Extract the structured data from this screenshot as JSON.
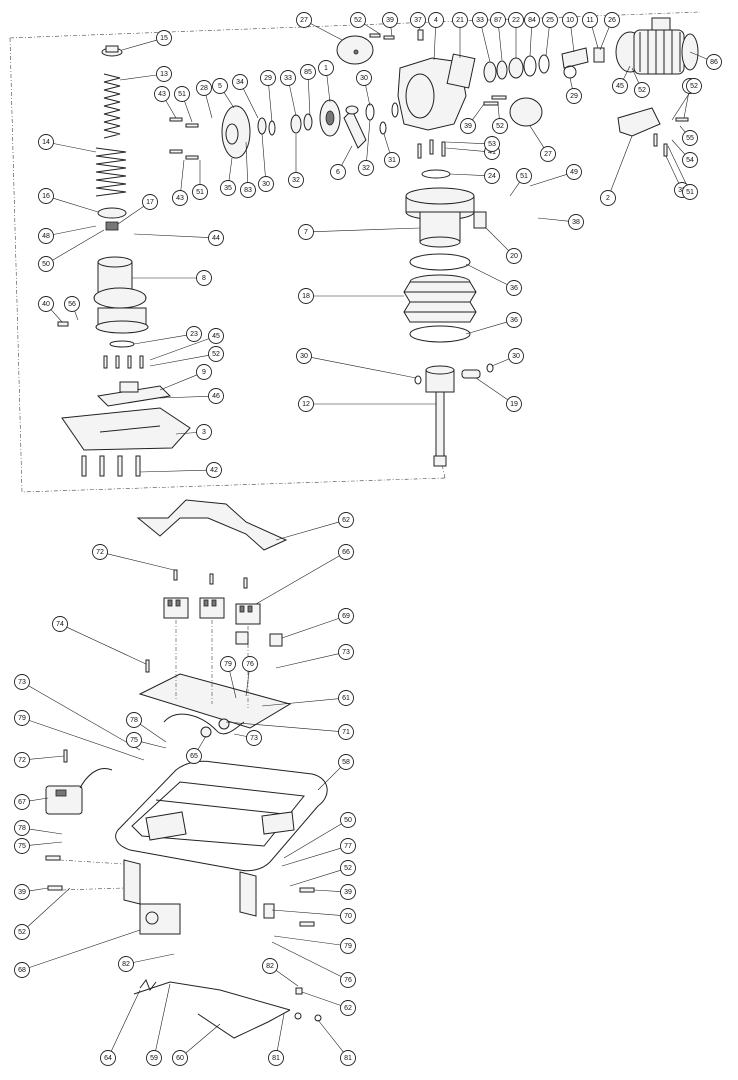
{
  "diagram": {
    "type": "exploded-parts-view",
    "callouts": [
      {
        "id": "c-1",
        "label": "1"
      },
      {
        "id": "c-2",
        "label": "2"
      },
      {
        "id": "c-3",
        "label": "3"
      },
      {
        "id": "c-4",
        "label": "4"
      },
      {
        "id": "c-5",
        "label": "5"
      },
      {
        "id": "c-6",
        "label": "6"
      },
      {
        "id": "c-7",
        "label": "7"
      },
      {
        "id": "c-8",
        "label": "8"
      },
      {
        "id": "c-9",
        "label": "9"
      },
      {
        "id": "c-10",
        "label": "10"
      },
      {
        "id": "c-11",
        "label": "11"
      },
      {
        "id": "c-12",
        "label": "12"
      },
      {
        "id": "c-13",
        "label": "13"
      },
      {
        "id": "c-14",
        "label": "14"
      },
      {
        "id": "c-15",
        "label": "15"
      },
      {
        "id": "c-16",
        "label": "16"
      },
      {
        "id": "c-17",
        "label": "17"
      },
      {
        "id": "c-18",
        "label": "18"
      },
      {
        "id": "c-19",
        "label": "19"
      },
      {
        "id": "c-20",
        "label": "20"
      },
      {
        "id": "c-21",
        "label": "21"
      },
      {
        "id": "c-22",
        "label": "22"
      },
      {
        "id": "c-23",
        "label": "23"
      },
      {
        "id": "c-24",
        "label": "24"
      },
      {
        "id": "c-25",
        "label": "25"
      },
      {
        "id": "c-26",
        "label": "26"
      },
      {
        "id": "c-27a",
        "label": "27"
      },
      {
        "id": "c-27b",
        "label": "27"
      },
      {
        "id": "c-28",
        "label": "28"
      },
      {
        "id": "c-29a",
        "label": "29"
      },
      {
        "id": "c-29b",
        "label": "29"
      },
      {
        "id": "c-30a",
        "label": "30"
      },
      {
        "id": "c-30b",
        "label": "30"
      },
      {
        "id": "c-30c",
        "label": "30"
      },
      {
        "id": "c-30d",
        "label": "30"
      },
      {
        "id": "c-31",
        "label": "31"
      },
      {
        "id": "c-32a",
        "label": "32"
      },
      {
        "id": "c-32b",
        "label": "32"
      },
      {
        "id": "c-33a",
        "label": "33"
      },
      {
        "id": "c-33b",
        "label": "33"
      },
      {
        "id": "c-34",
        "label": "34"
      },
      {
        "id": "c-35",
        "label": "35"
      },
      {
        "id": "c-36a",
        "label": "36"
      },
      {
        "id": "c-36b",
        "label": "36"
      },
      {
        "id": "c-37",
        "label": "37"
      },
      {
        "id": "c-38a",
        "label": "38"
      },
      {
        "id": "c-38b",
        "label": "38"
      },
      {
        "id": "c-39a",
        "label": "39"
      },
      {
        "id": "c-39b",
        "label": "39"
      },
      {
        "id": "c-39c",
        "label": "39"
      },
      {
        "id": "c-39d",
        "label": "39"
      },
      {
        "id": "c-39e",
        "label": "39"
      },
      {
        "id": "c-40",
        "label": "40"
      },
      {
        "id": "c-41",
        "label": "41"
      },
      {
        "id": "c-42",
        "label": "42"
      },
      {
        "id": "c-43a",
        "label": "43"
      },
      {
        "id": "c-43b",
        "label": "43"
      },
      {
        "id": "c-44",
        "label": "44"
      },
      {
        "id": "c-45a",
        "label": "45"
      },
      {
        "id": "c-45b",
        "label": "45"
      },
      {
        "id": "c-46",
        "label": "46"
      },
      {
        "id": "c-48",
        "label": "48"
      },
      {
        "id": "c-49",
        "label": "49"
      },
      {
        "id": "c-50a",
        "label": "50"
      },
      {
        "id": "c-50b",
        "label": "50"
      },
      {
        "id": "c-51a",
        "label": "51"
      },
      {
        "id": "c-51b",
        "label": "51"
      },
      {
        "id": "c-51c",
        "label": "51"
      },
      {
        "id": "c-51d",
        "label": "51"
      },
      {
        "id": "c-52a",
        "label": "52"
      },
      {
        "id": "c-52b",
        "label": "52"
      },
      {
        "id": "c-52c",
        "label": "52"
      },
      {
        "id": "c-52d",
        "label": "52"
      },
      {
        "id": "c-52e",
        "label": "52"
      },
      {
        "id": "c-52f",
        "label": "52"
      },
      {
        "id": "c-52g",
        "label": "52"
      },
      {
        "id": "c-53",
        "label": "53"
      },
      {
        "id": "c-54",
        "label": "54"
      },
      {
        "id": "c-55",
        "label": "55"
      },
      {
        "id": "c-56",
        "label": "56"
      },
      {
        "id": "c-58",
        "label": "58"
      },
      {
        "id": "c-59",
        "label": "59"
      },
      {
        "id": "c-60",
        "label": "60"
      },
      {
        "id": "c-61",
        "label": "61"
      },
      {
        "id": "c-62a",
        "label": "62"
      },
      {
        "id": "c-62b",
        "label": "62"
      },
      {
        "id": "c-64",
        "label": "64"
      },
      {
        "id": "c-65",
        "label": "65"
      },
      {
        "id": "c-66",
        "label": "66"
      },
      {
        "id": "c-67",
        "label": "67"
      },
      {
        "id": "c-68",
        "label": "68"
      },
      {
        "id": "c-69",
        "label": "69"
      },
      {
        "id": "c-70",
        "label": "70"
      },
      {
        "id": "c-71",
        "label": "71"
      },
      {
        "id": "c-72a",
        "label": "72"
      },
      {
        "id": "c-72b",
        "label": "72"
      },
      {
        "id": "c-73a",
        "label": "73"
      },
      {
        "id": "c-73b",
        "label": "73"
      },
      {
        "id": "c-73c",
        "label": "73"
      },
      {
        "id": "c-74",
        "label": "74"
      },
      {
        "id": "c-75a",
        "label": "75"
      },
      {
        "id": "c-75b",
        "label": "75"
      },
      {
        "id": "c-76a",
        "label": "76"
      },
      {
        "id": "c-76b",
        "label": "76"
      },
      {
        "id": "c-77",
        "label": "77"
      },
      {
        "id": "c-78a",
        "label": "78"
      },
      {
        "id": "c-78b",
        "label": "78"
      },
      {
        "id": "c-79a",
        "label": "79"
      },
      {
        "id": "c-79b",
        "label": "79"
      },
      {
        "id": "c-79c",
        "label": "79"
      },
      {
        "id": "c-81a",
        "label": "81"
      },
      {
        "id": "c-81b",
        "label": "81"
      },
      {
        "id": "c-82a",
        "label": "82"
      },
      {
        "id": "c-82b",
        "label": "82"
      },
      {
        "id": "c-83",
        "label": "83"
      },
      {
        "id": "c-84",
        "label": "84"
      },
      {
        "id": "c-85",
        "label": "85"
      },
      {
        "id": "c-86",
        "label": "86"
      },
      {
        "id": "c-87",
        "label": "87"
      }
    ]
  }
}
